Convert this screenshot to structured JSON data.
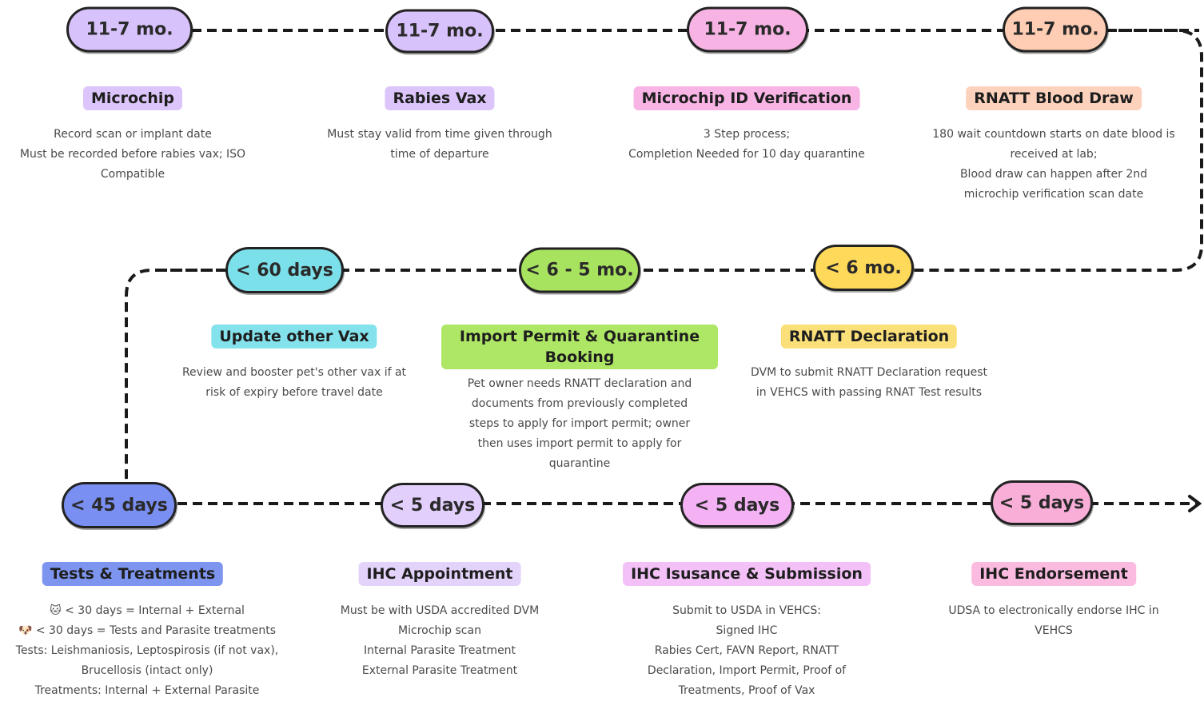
{
  "colors": {
    "lavender": "#d8c2fb",
    "pink": "#f6b3e3",
    "peach": "#ffcdb3",
    "yellow": "#ffd95a",
    "green": "#a8e35f",
    "cyan": "#7ce0ea",
    "blue": "#7a8ff2",
    "light_purple": "#e2cffc",
    "magenta": "#f4b2f4",
    "rose": "#f9aed8",
    "lavender_title": "#dcc5fa",
    "pink_title": "#f8b4e5",
    "peach_title": "#fdd2bd",
    "yellow_title": "#fbe07a",
    "green_title": "#aee765",
    "cyan_title": "#84e2ec",
    "blue_title": "#7e95f0",
    "light_purple_title": "#e3d3fa",
    "magenta_title": "#f3c0f7",
    "rose_title": "#fbbbe0"
  },
  "steps": [
    {
      "time": "11-7 mo.",
      "title": "Microchip",
      "desc": [
        "Record scan or implant date",
        "Must be recorded before rabies vax; ISO",
        "Compatible"
      ]
    },
    {
      "time": "11-7 mo.",
      "title": "Rabies Vax",
      "desc": [
        "Must stay valid from time given through",
        "time of departure"
      ]
    },
    {
      "time": "11-7 mo.",
      "title": "Microchip ID Verification",
      "desc": [
        "3 Step process;",
        "Completion Needed for 10 day quarantine"
      ]
    },
    {
      "time": "11-7 mo.",
      "title": "RNATT Blood Draw",
      "desc": [
        "180 wait countdown starts on date blood is",
        "received at lab;",
        "Blood draw can happen after 2nd",
        "microchip verification scan date"
      ]
    },
    {
      "time": "< 6 mo.",
      "title": "RNATT Declaration",
      "desc": [
        "DVM to submit RNATT Declaration request",
        "in VEHCS with passing RNAT Test results"
      ]
    },
    {
      "time": "< 6 - 5 mo.",
      "title": "Import Permit & Quarantine Booking",
      "desc": [
        "Pet owner needs RNATT declaration and",
        "documents from previously completed",
        "steps to apply for import permit; owner",
        "then uses import permit to apply for",
        "quarantine"
      ]
    },
    {
      "time": "< 60 days",
      "title": "Update other Vax",
      "desc": [
        "Review and booster pet's other vax if at",
        "risk of expiry before travel date"
      ]
    },
    {
      "time": "< 45 days",
      "title": "Tests & Treatments",
      "desc": [
        "< 30 days = Internal + External",
        "< 30 days = Tests and Parasite treatments",
        "Tests: Leishmaniosis, Leptospirosis (if not vax),",
        "Brucellosis (intact only)",
        "Treatments: Internal + External Parasite"
      ]
    },
    {
      "time": "< 5 days",
      "title": "IHC Appointment",
      "desc": [
        "Must be with USDA accredited DVM",
        "Microchip scan",
        "Internal Parasite Treatment",
        "External Parasite Treatment"
      ]
    },
    {
      "time": "< 5 days",
      "title": "IHC Isusance & Submission",
      "desc": [
        "Submit to USDA in VEHCS:",
        "Signed IHC",
        "Rabies Cert, FAVN Report, RNATT",
        "Declaration, Import Permit, Proof of",
        "Treatments, Proof of Vax"
      ]
    },
    {
      "time": "< 5 days",
      "title": "IHC Endorsement",
      "desc": [
        "UDSA to electronically endorse IHC in",
        "VEHCS"
      ]
    }
  ]
}
